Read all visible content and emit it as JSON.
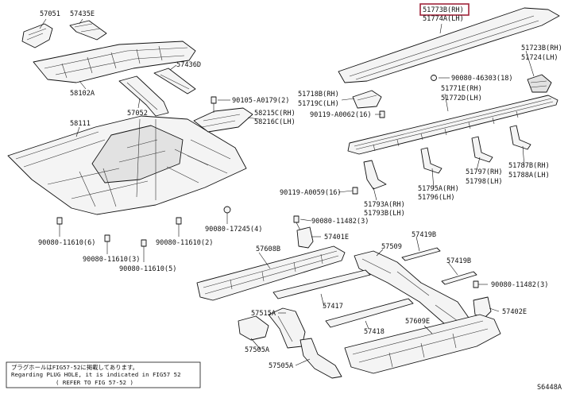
{
  "labels": {
    "p57051": "57051",
    "p57435E": "57435E",
    "p58102A": "58102A",
    "p57436D": "57436D",
    "p57052": "57052",
    "p58111": "58111",
    "pBolt90105": "90105-A0179(2)",
    "p58215C": "58215C(RH)",
    "p58216C": "58216C(LH)",
    "pBolt80_17245": "90080-17245(4)",
    "p90080_11610_6": "90080-11610(6)",
    "p90080_11610_2": "90080-11610(2)",
    "p90080_11610_3": "90080-11610(3)",
    "p90080_11610_5": "90080-11610(5)",
    "p51773B": "51773B(RH)",
    "p51774A": "51774A(LH)",
    "p51723B": "51723B(RH)",
    "p51724": "51724(LH)",
    "pBolt90080_46303": "90080-46303(18)",
    "p51718B": "51718B(RH)",
    "p51719C": "51719C(LH)",
    "p51771E": "51771E(RH)",
    "p51772D": "51772D(LH)",
    "pBolt90119_A0062": "90119-A0062(16)",
    "p51787B": "51787B(RH)",
    "p51788A": "51788A(LH)",
    "p51797": "51797(RH)",
    "p51798": "51798(LH)",
    "p51795A": "51795A(RH)",
    "p51796": "51796(LH)",
    "pBolt90119_A0059": "90119-A0059(16)",
    "p51793A": "51793A(RH)",
    "p51793B": "51793B(LH)",
    "pBolt90080_11482_top": "90080-11482(3)",
    "p57401E": "57401E",
    "p57608B": "57608B",
    "p57509": "57509",
    "p57419B_top": "57419B",
    "p57419B_mid": "57419B",
    "pBolt90080_11482_mid": "90080-11482(3)",
    "p57515A": "57515A",
    "p57417": "57417",
    "p57418": "57418",
    "p57402E": "57402E",
    "p57609E": "57609E",
    "p57505A": "57505A",
    "p57505A_b": "57505A"
  },
  "note": {
    "line1": "プラグホールはFIG57-52に掲載してあります。",
    "line2": "Regarding PLUG HOLE, it is indicated in FIG57  52",
    "line3": "( REFER TO FIG 57-52 )"
  },
  "figure_id": "S6448A",
  "highlight_color": "#a0243a"
}
